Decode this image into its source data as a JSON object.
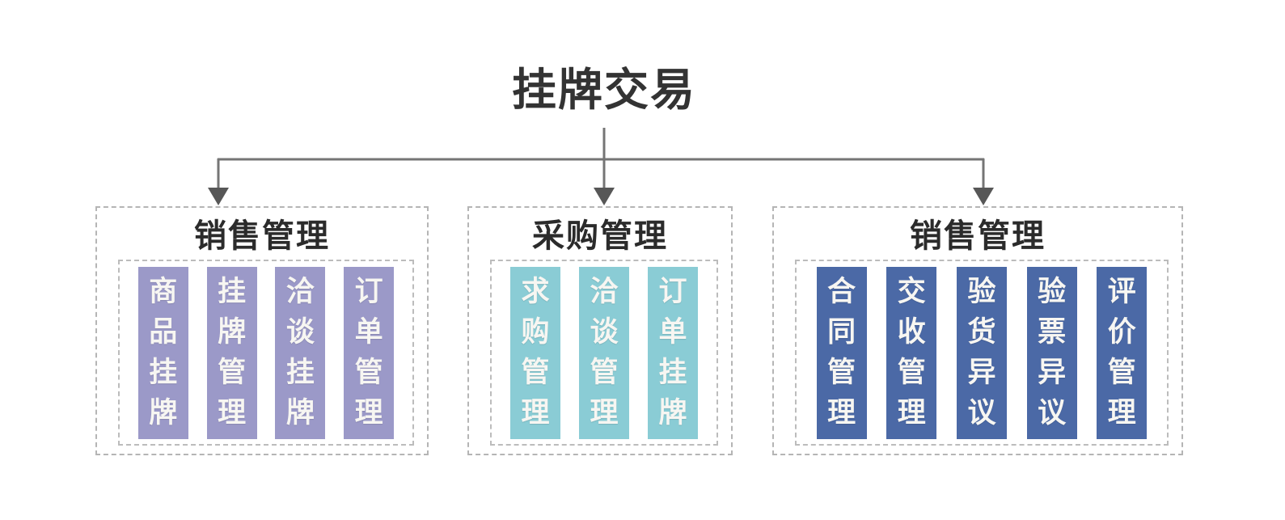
{
  "title": "挂牌交易",
  "colors": {
    "purple": "#9b99c8",
    "teal": "#8accd5",
    "blue": "#4b69a6",
    "connector_line": "#757575",
    "arrowhead": "#575757",
    "dashed_border": "#b5b5b5",
    "title_text": "#333333",
    "group_title_text": "#2b2b2b",
    "column_text": "#f7f6f2",
    "background": "#ffffff"
  },
  "groups": [
    {
      "title": "销售管理",
      "color_key": "purple",
      "items": [
        "商品挂牌",
        "挂牌管理",
        "洽谈挂牌",
        "订单管理"
      ]
    },
    {
      "title": "采购管理",
      "color_key": "teal",
      "items": [
        "求购管理",
        "洽谈管理",
        "订单挂牌"
      ]
    },
    {
      "title": "销售管理",
      "color_key": "blue",
      "items": [
        "合同管理",
        "交收管理",
        "验货异议",
        "验票异议",
        "评价管理"
      ]
    }
  ]
}
